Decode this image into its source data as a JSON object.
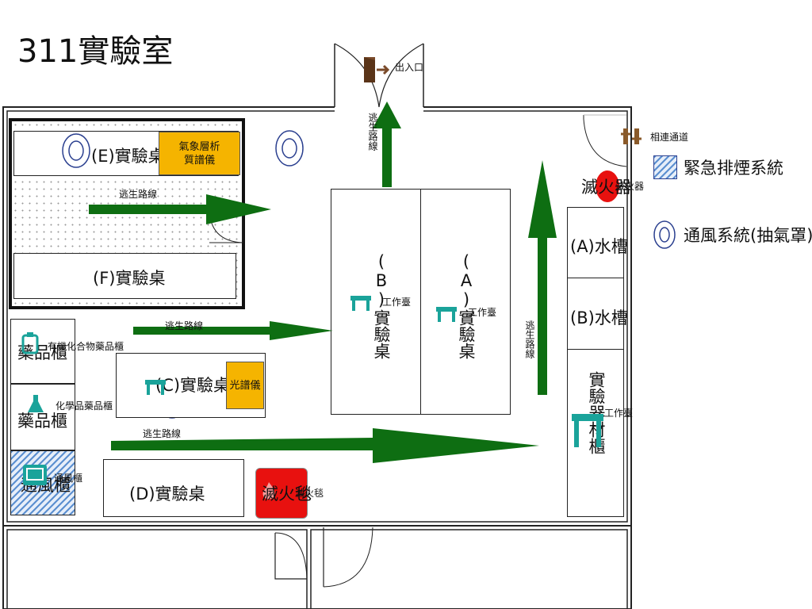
{
  "title": "311實驗室",
  "exit": {
    "label": "出入口"
  },
  "connecting_passage": {
    "label": "相連通道"
  },
  "legend": {
    "smoke": "緊急排煙系統",
    "vent": "通風系統(抽氣罩)"
  },
  "benches": {
    "E": "(E)實驗桌",
    "F": "(F)實驗桌",
    "C": "(C)實驗桌",
    "D": "(D)實驗桌",
    "B": "(B)實驗桌",
    "A": "(A)實驗桌"
  },
  "instruments": {
    "gcms": "氣象層析\n質譜儀",
    "spectro": "光譜儀"
  },
  "sinks": {
    "A": "(A)水槽",
    "B": "(B)水槽"
  },
  "cabinets": {
    "material": "實驗器材櫃",
    "drug1": "藥品櫃",
    "drug2": "藥品櫃",
    "vent": "通風櫃"
  },
  "small_labels": {
    "drug1_tag": "有機化合物藥品櫃",
    "drug2_tag": "化學品藥品櫃",
    "vent_tag": "通風櫃",
    "worktable_b": "工作臺",
    "worktable_a": "工作臺",
    "worktable_mat": "工作臺",
    "extinguisher_tag": "滅火器",
    "blanket_tag": "滅火毯"
  },
  "safety": {
    "extinguisher": "滅火器",
    "blanket": "滅火毯"
  },
  "escape_labels": {
    "top_left": "逃生路線",
    "mid_left": "逃生路線",
    "bottom": "逃生路線",
    "top_vertical": "逃生路線",
    "right_vertical": "逃生路線"
  },
  "colors": {
    "arrow": "#0e6e12",
    "instrument": "#f5b400",
    "safety": "#e8110f",
    "icon": "#1aa39a",
    "vent": "#2a3f8f"
  }
}
